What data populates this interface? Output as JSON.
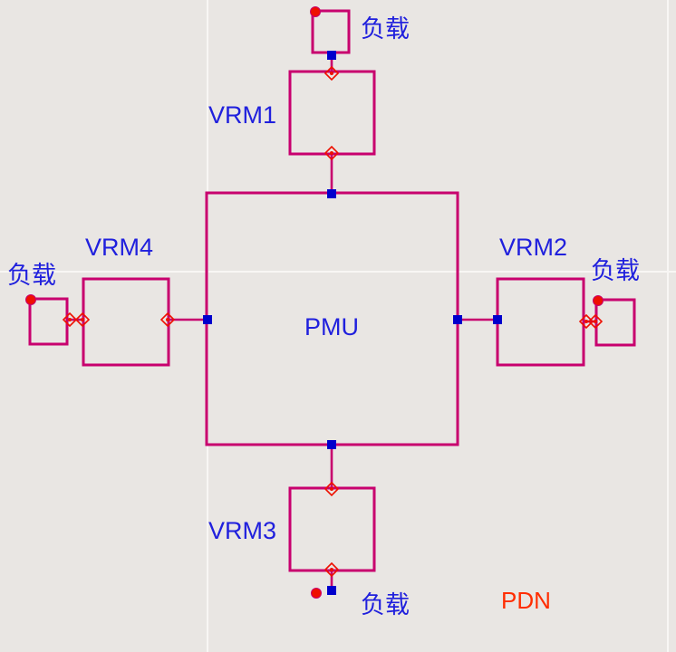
{
  "canvas": {
    "background": "#e9e6e3",
    "grid_line_color": "#f8f6f4"
  },
  "colors": {
    "component_outline": "#c8006e",
    "wire": "#c8006e",
    "label_blue": "#2020dd",
    "pin_square_blue": "#0000cc",
    "port_red": "#ee1000",
    "title_red": "#ff2d00"
  },
  "labels": {
    "pmu": "PMU",
    "vrm1": "VRM1",
    "vrm2": "VRM2",
    "vrm3": "VRM3",
    "vrm4": "VRM4",
    "load_top": "负载",
    "load_right": "负载",
    "load_bottom": "负载",
    "load_left": "负载",
    "title": "PDN"
  }
}
